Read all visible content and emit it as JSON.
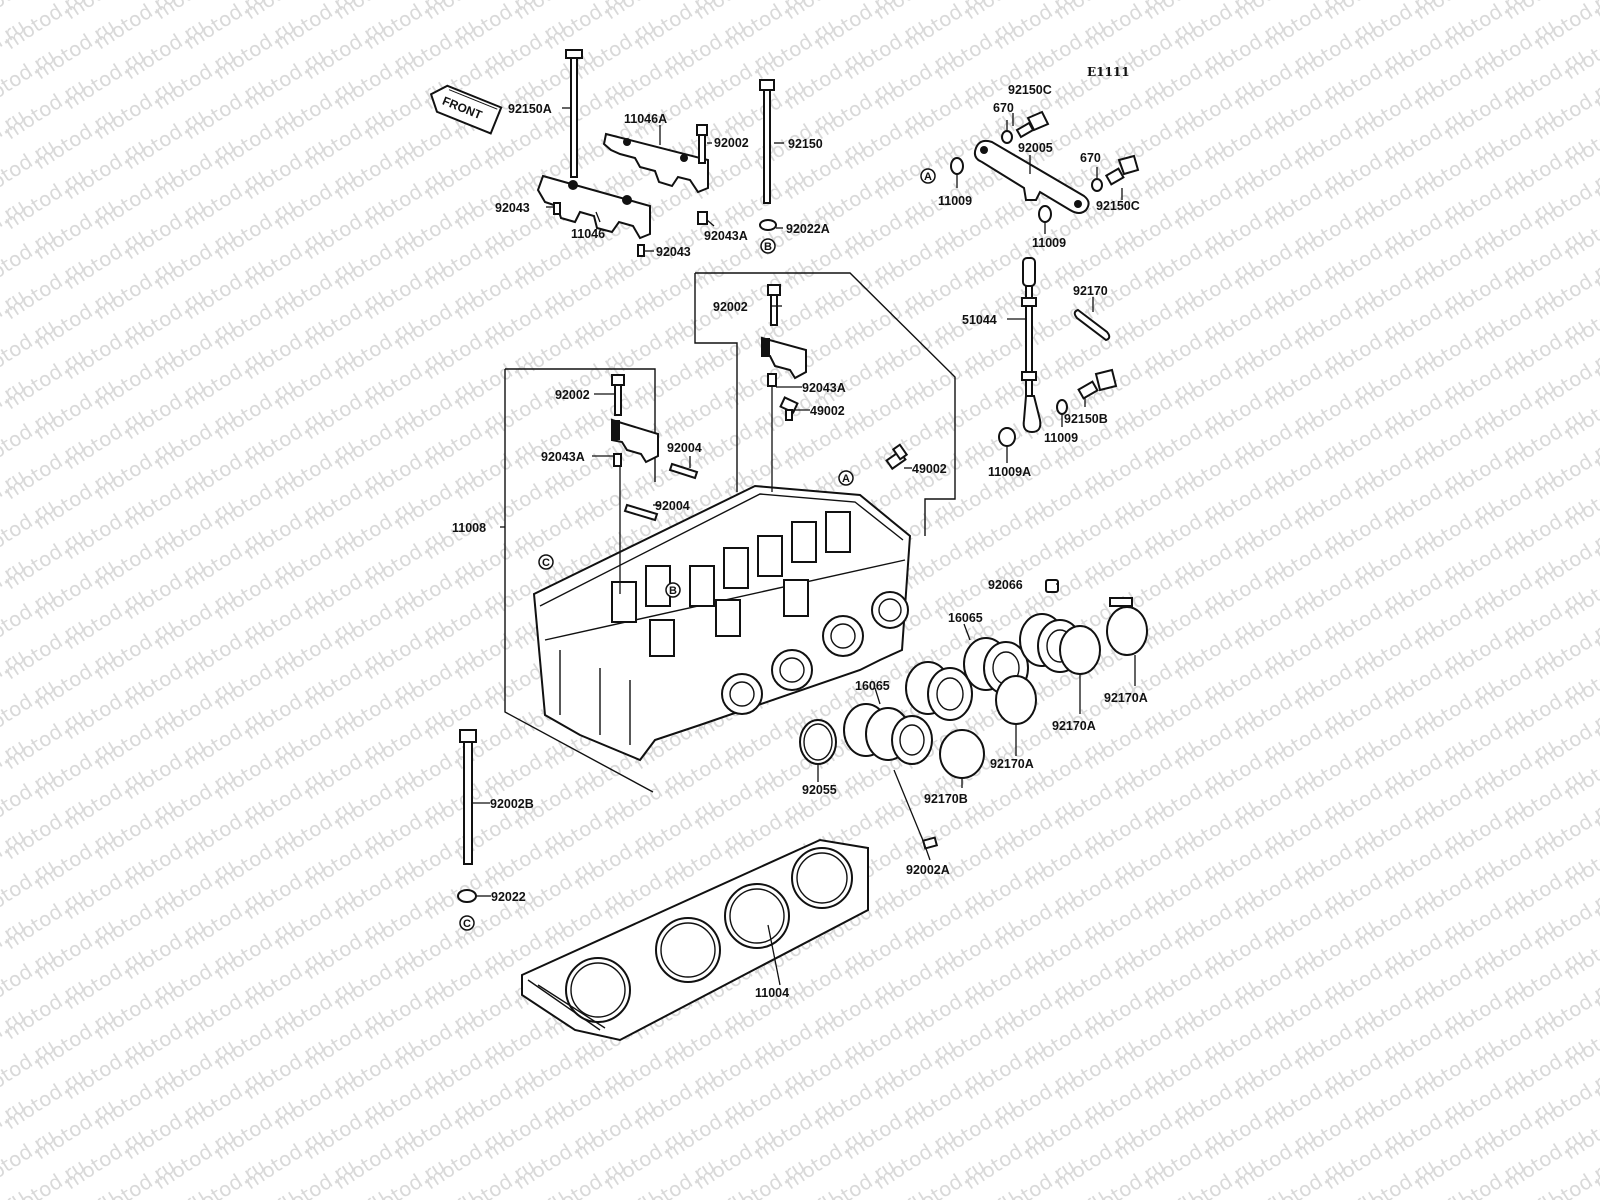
{
  "diagram_ref": "E1111",
  "front_label": "FRONT",
  "watermark": "motod.ru",
  "markers": {
    "a": "A",
    "b": "B",
    "c": "C"
  },
  "labels": {
    "p92150A": "92150A",
    "p11046A": "11046A",
    "p92002_top": "92002",
    "p92150": "92150",
    "p92043_left": "92043",
    "p11046": "11046",
    "p92043_bottom": "92043",
    "p92043A_top": "92043A",
    "p92022A": "92022A",
    "p92150C_top": "92150C",
    "p670_left": "670",
    "p92005": "92005",
    "p670_right": "670",
    "p92150C_right": "92150C",
    "p11009_left": "11009",
    "p11009_mid": "11009",
    "p92170": "92170",
    "p51044": "51044",
    "p92150B": "92150B",
    "p11009_low": "11009",
    "p11009A": "11009A",
    "p92002_mid": "92002",
    "p92043A_mid": "92043A",
    "p49002_upper": "49002",
    "p92002_left": "92002",
    "p92043A_left": "92043A",
    "p92004_a": "92004",
    "p92004_b": "92004",
    "p49002_right": "49002",
    "p11008": "11008",
    "p92066": "92066",
    "p16065_upper": "16065",
    "p16065_lower": "16065",
    "p92170A_right": "92170A",
    "p92170A_mid": "92170A",
    "p92170A_low": "92170A",
    "p92170B": "92170B",
    "p92055": "92055",
    "p92002B": "92002B",
    "p92002A": "92002A",
    "p92022": "92022",
    "p11004": "11004"
  }
}
